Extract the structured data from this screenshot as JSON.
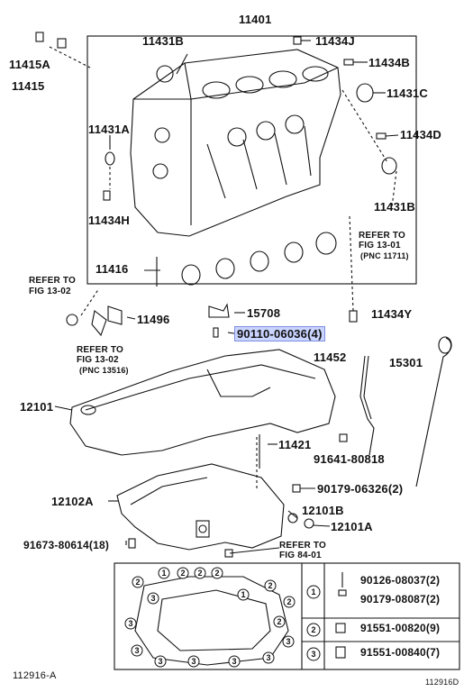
{
  "diagram": {
    "figure_id_left": "112916-A",
    "figure_id_right": "112916D",
    "parts": {
      "p11401": "11401",
      "p11431B_top": "11431B",
      "p11434J": "11434J",
      "p11415A": "11415A",
      "p11415": "11415",
      "p11434B": "11434B",
      "p11431C": "11431C",
      "p11431A": "11431A",
      "p11434D": "11434D",
      "p11431B_right": "11431B",
      "p11434H": "11434H",
      "p11416": "11416",
      "p15708": "15708",
      "p11496": "11496",
      "p90110": "90110-06036(4)",
      "p11434Y": "11434Y",
      "p11452": "11452",
      "p15301": "15301",
      "p12101": "12101",
      "p11421": "11421",
      "p91641": "91641-80818",
      "p90179_06326": "90179-06326(2)",
      "p12102A": "12102A",
      "p12101B": "12101B",
      "p12101A": "12101A",
      "p91673": "91673-80614(18)"
    },
    "refers": {
      "r1_line1": "REFER TO",
      "r1_line2": "FIG 13-02",
      "r2_line1": "REFER TO",
      "r2_line2": "FIG 13-02",
      "r2_line3": "(PNC 13516)",
      "r3_line1": "REFER TO",
      "r3_line2": "FIG 13-01",
      "r3_line3": "(PNC 11711)",
      "r4_line1": "REFER TO",
      "r4_line2": "FIG 84-01"
    },
    "legend": {
      "rows": [
        {
          "num": "1",
          "part_a": "90126-08037(2)",
          "part_b": "90179-08087(2)"
        },
        {
          "num": "2",
          "part_a": "91551-00820(9)"
        },
        {
          "num": "3",
          "part_a": "91551-00840(7)"
        }
      ]
    },
    "colors": {
      "highlight": "#c9d4ff",
      "line": "#111111"
    }
  }
}
